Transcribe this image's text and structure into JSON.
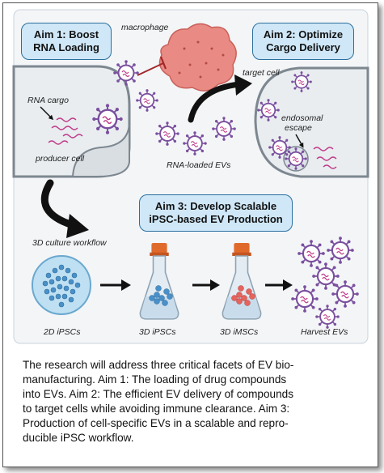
{
  "aims": {
    "aim1": {
      "line1": "Aim 1: Boost",
      "line2": "RNA Loading"
    },
    "aim2": {
      "line1": "Aim 2: Optimize",
      "line2": "Cargo Delivery"
    },
    "aim3": {
      "line1": "Aim 3: Develop Scalable",
      "line2": "iPSC-based EV Production"
    }
  },
  "labels": {
    "macrophage": "macrophage",
    "rna_cargo": "RNA cargo",
    "producer_cell": "producer cell",
    "target_cell": "target cell",
    "endosomal_line1": "endosomal",
    "endosomal_line2": "escape",
    "rna_loaded_evs": "RNA-loaded EVs",
    "workflow": "3D culture workflow",
    "ipsc_2d": "2D iPSCs",
    "ipsc_3d": "3D iPSCs",
    "imsc_3d": "3D iMSCs",
    "harvest": "Harvest EVs"
  },
  "caption": {
    "lines": [
      "The research will address three critical facets of EV bio-",
      "manufacturing. Aim 1:  The loading of drug compounds",
      "into EVs. Aim 2:  The efficient EV delivery of compounds",
      "to target cells while avoiding immune clearance. Aim 3:",
      "Production of cell-specific EVs in a scalable and repro-",
      "ducible iPSC workflow."
    ]
  },
  "colors": {
    "aim_box_fill": "#cfe7f7",
    "aim_box_border": "#2b6f9e",
    "ev_purple": "#7a4f9e",
    "macrophage": "#e98b84",
    "cell_fill": "#eef0f2",
    "cell_border": "#7d8790",
    "flask_cap": "#e06a2c",
    "cells_blue": "#4a90c8",
    "cells_red": "#e5645e"
  }
}
